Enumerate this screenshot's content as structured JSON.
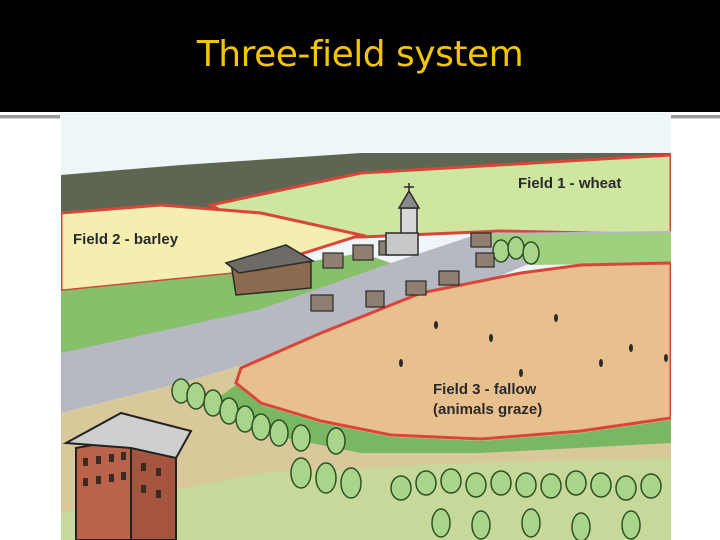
{
  "slide": {
    "title": "Three-field system",
    "colors": {
      "header_bg": "#000000",
      "title": "#f5c400",
      "rule": "#9a9a9a"
    }
  },
  "illustration": {
    "description": "Medieval village with three fields, church, manor house and road",
    "labels": {
      "field1": "Field 1 - wheat",
      "field2": "Field 2 - barley",
      "field3_line1": "Field 3 - fallow",
      "field3_line2": "(animals graze)"
    },
    "colors": {
      "sky": "#eef6f8",
      "hill": "#5d6652",
      "wheat": "#cfe6a0",
      "barley": "#f4eeb0",
      "fallow": "#e8c08e",
      "road": "#b7b9c2",
      "grass": "#86c06a",
      "field_border": "#d9453a",
      "house_wall": "#b8634a",
      "roof": "#cfcfcf"
    }
  }
}
